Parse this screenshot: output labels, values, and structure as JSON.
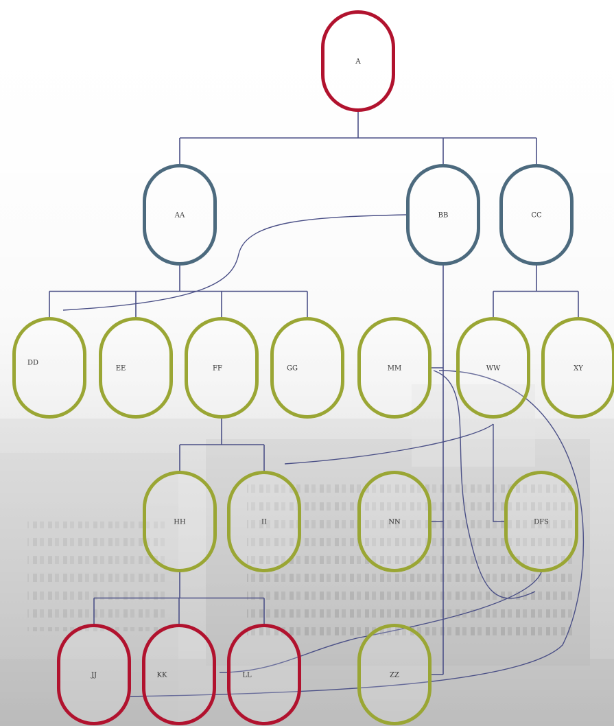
{
  "colors": {
    "red": "#b1122e",
    "blue": "#4c6a7e",
    "green": "#9aa634",
    "connector": "#4a4f86"
  },
  "nodes": [
    {
      "id": "A",
      "label": "A",
      "color": "red"
    },
    {
      "id": "AA",
      "label": "AA",
      "color": "blue"
    },
    {
      "id": "BB",
      "label": "BB",
      "color": "blue"
    },
    {
      "id": "CC",
      "label": "CC",
      "color": "blue"
    },
    {
      "id": "DD",
      "label": "DD",
      "color": "green"
    },
    {
      "id": "EE",
      "label": "EE",
      "color": "green"
    },
    {
      "id": "FF",
      "label": "FF",
      "color": "green"
    },
    {
      "id": "GG",
      "label": "GG",
      "color": "green"
    },
    {
      "id": "MM",
      "label": "MM",
      "color": "green"
    },
    {
      "id": "WW",
      "label": "WW",
      "color": "green"
    },
    {
      "id": "XY",
      "label": "XY",
      "color": "green"
    },
    {
      "id": "HH",
      "label": "HH",
      "color": "green"
    },
    {
      "id": "II",
      "label": "II",
      "color": "green"
    },
    {
      "id": "NN",
      "label": "NN",
      "color": "green"
    },
    {
      "id": "DFS",
      "label": "DFS",
      "color": "green"
    },
    {
      "id": "JJ",
      "label": "JJ",
      "color": "red"
    },
    {
      "id": "KK",
      "label": "KK",
      "color": "red"
    },
    {
      "id": "LL",
      "label": "LL",
      "color": "red"
    },
    {
      "id": "ZZ",
      "label": "ZZ",
      "color": "green"
    }
  ],
  "tree_edges": [
    {
      "parent": "A",
      "children": [
        "AA",
        "BB",
        "CC"
      ]
    },
    {
      "parent": "AA",
      "children": [
        "DD",
        "EE",
        "FF",
        "GG"
      ]
    },
    {
      "parent": "CC",
      "children": [
        "WW",
        "XY"
      ]
    },
    {
      "parent": "FF",
      "children": [
        "HH",
        "II"
      ]
    },
    {
      "parent": "HH",
      "children": [
        "JJ",
        "KK",
        "LL"
      ]
    },
    {
      "parent": "BB",
      "children": [
        "MM",
        "NN",
        "ZZ"
      ]
    }
  ],
  "cross_links": [
    {
      "from": "BB",
      "to": "DD"
    },
    {
      "from": "WW",
      "to": "II"
    },
    {
      "from": "WW",
      "to": "DFS"
    },
    {
      "from": "MM",
      "to": "DFS"
    },
    {
      "from": "DFS",
      "to": "LL"
    },
    {
      "from": "MM",
      "to": "JJ"
    }
  ]
}
